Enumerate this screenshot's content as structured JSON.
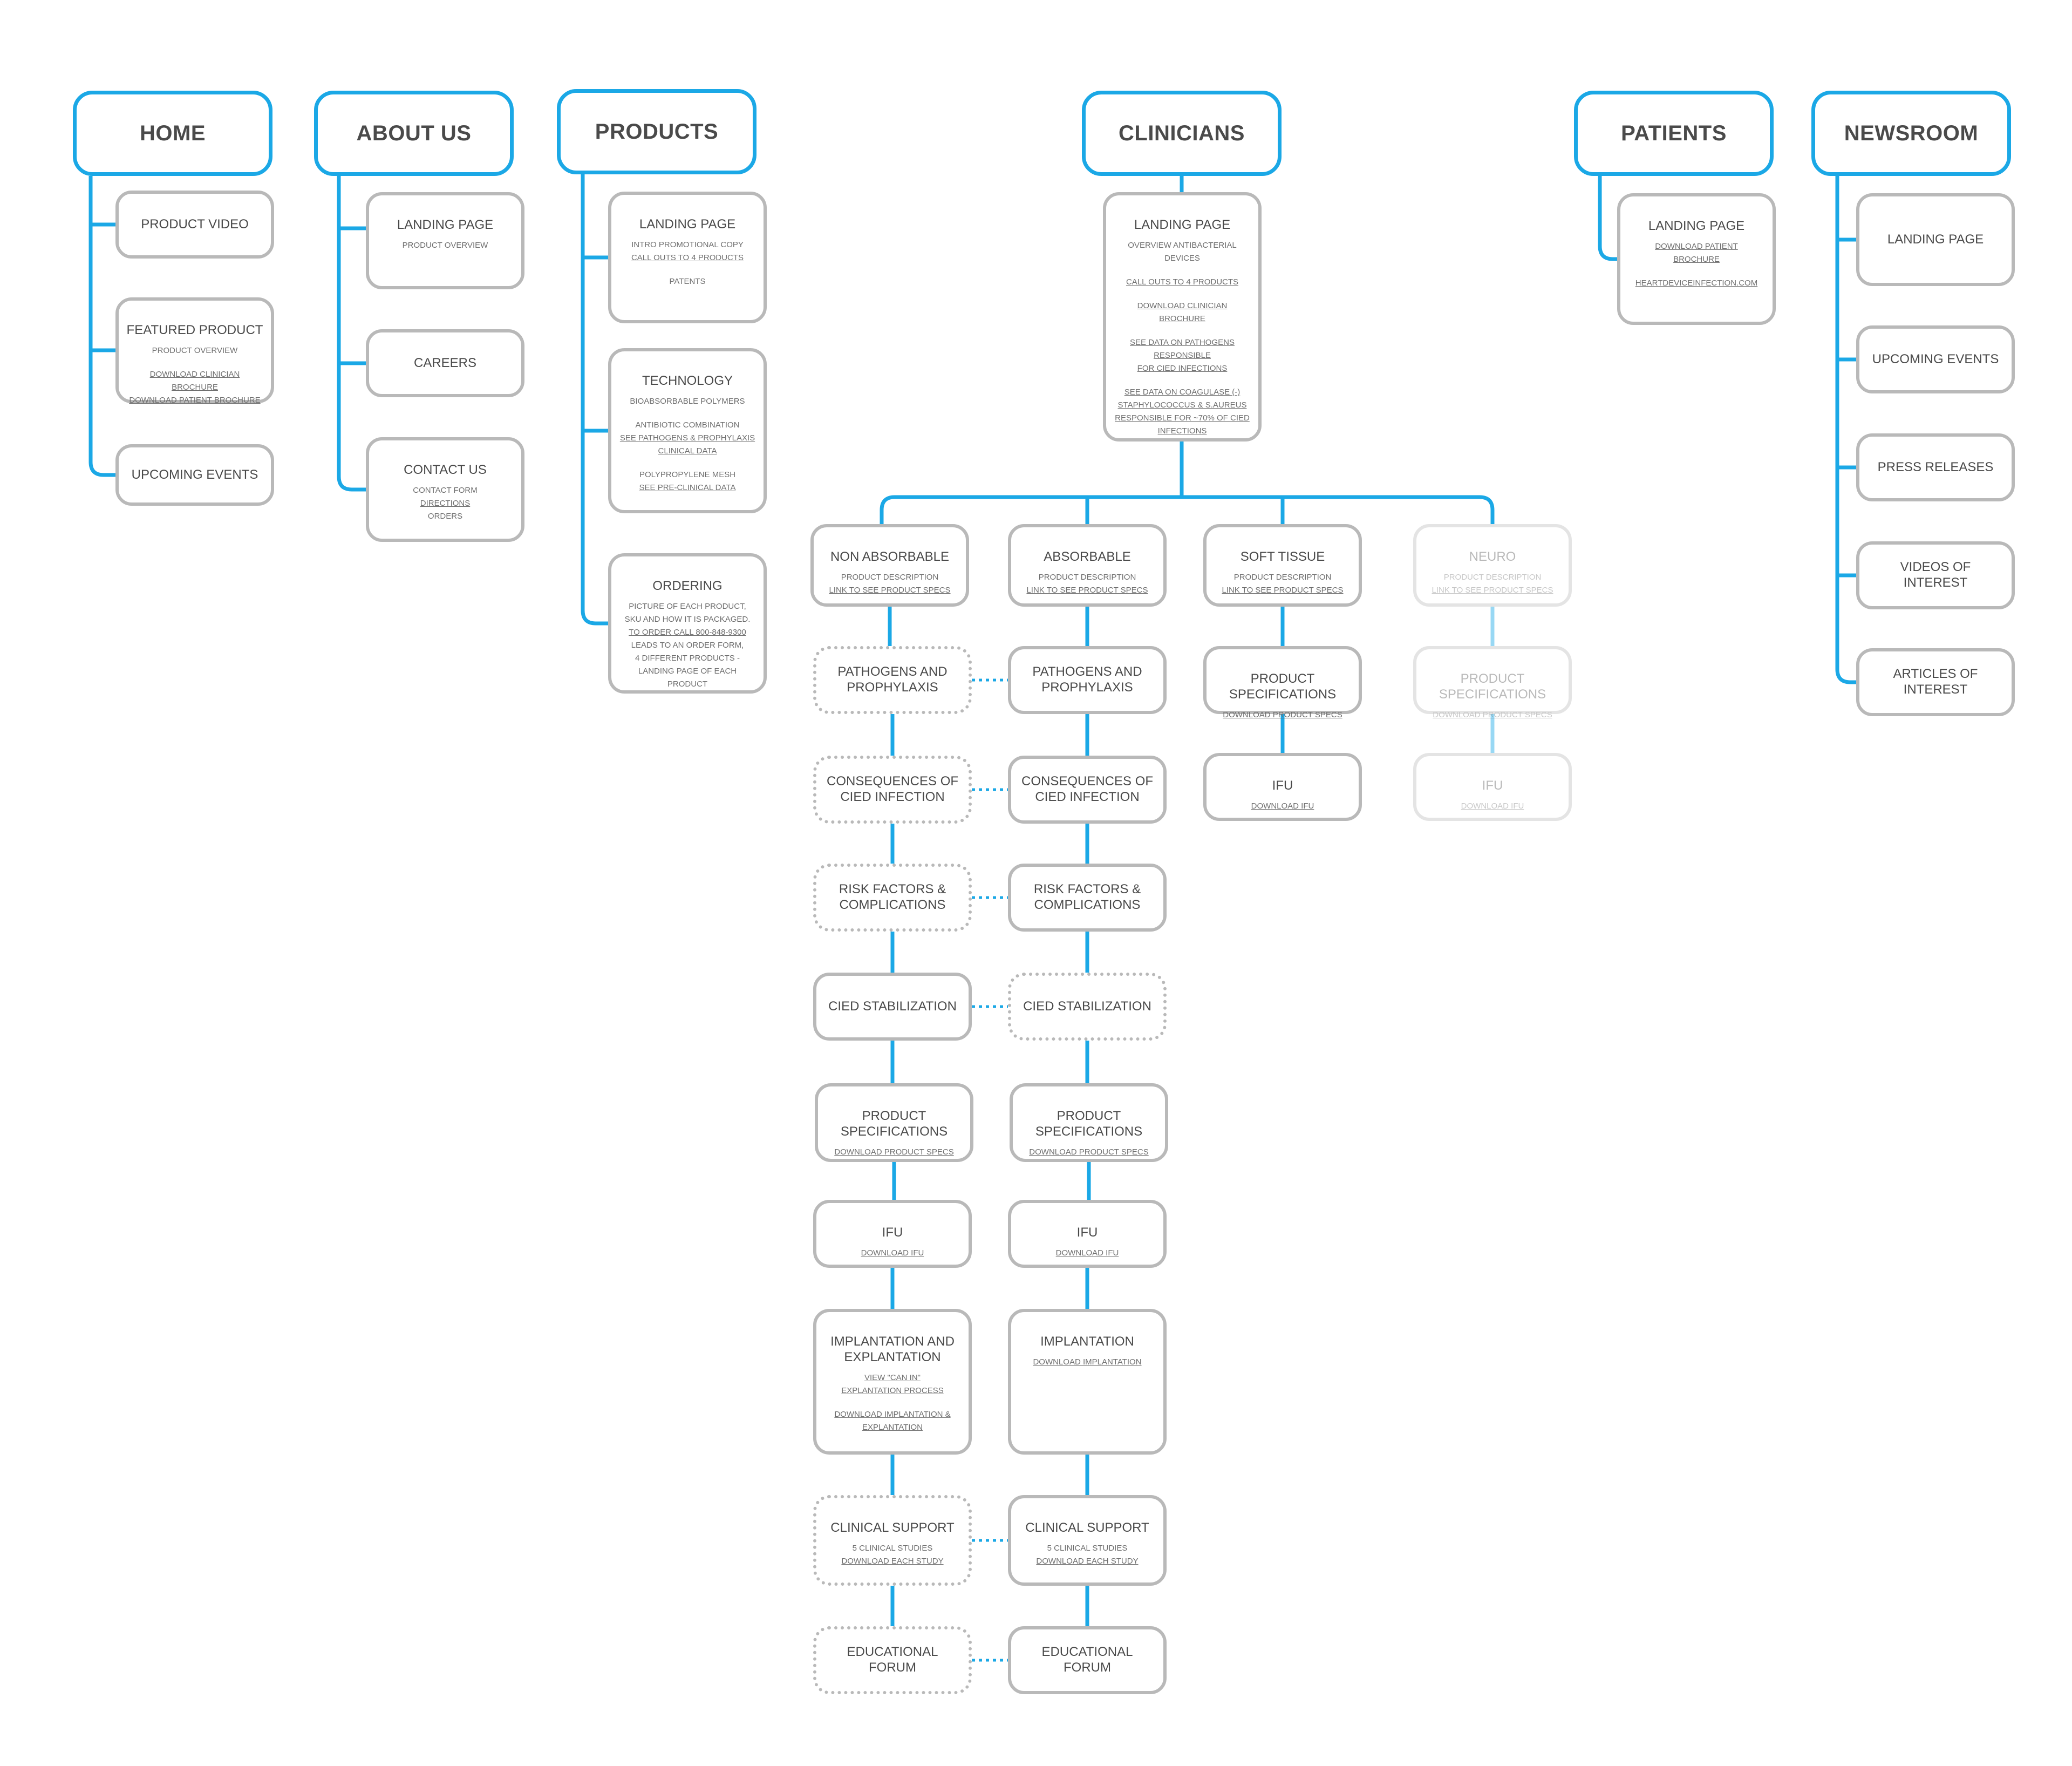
{
  "colors": {
    "connector": "#1ba8e6",
    "box_border": "#b9b9b9",
    "text": "#4a4a4a"
  },
  "nodes": [
    {
      "id": "home",
      "kind": "top",
      "title": "HOME"
    },
    {
      "id": "home-product-video",
      "title": "PRODUCT VIDEO",
      "center": true
    },
    {
      "id": "home-featured-product",
      "title": "FEATURED PRODUCT",
      "lines": [
        {
          "text": "PRODUCT OVERVIEW"
        },
        {
          "text": "DOWNLOAD CLINICIAN BROCHURE\nDOWNLOAD PATIENT BROCHURE",
          "link": true,
          "gap": true
        }
      ]
    },
    {
      "id": "home-upcoming-events",
      "title": "UPCOMING EVENTS",
      "center": true
    },
    {
      "id": "about-us",
      "kind": "top",
      "title": "ABOUT US"
    },
    {
      "id": "about-landing-page",
      "title": "LANDING PAGE",
      "lines": [
        {
          "text": "PRODUCT OVERVIEW"
        }
      ]
    },
    {
      "id": "about-careers",
      "title": "CAREERS",
      "center": true
    },
    {
      "id": "about-contact-us",
      "title": "CONTACT US",
      "lines": [
        {
          "text": "CONTACT FORM"
        },
        {
          "text": "DIRECTIONS",
          "link": true
        },
        {
          "text": "ORDERS"
        }
      ]
    },
    {
      "id": "products",
      "kind": "top",
      "title": "PRODUCTS"
    },
    {
      "id": "products-landing-page",
      "title": "LANDING PAGE",
      "lines": [
        {
          "text": "INTRO PROMOTIONAL COPY"
        },
        {
          "text": "CALL OUTS TO 4 PRODUCTS",
          "link": true
        },
        {
          "text": "PATENTS",
          "gap": true
        }
      ]
    },
    {
      "id": "products-technology",
      "title": "TECHNOLOGY",
      "lines": [
        {
          "text": "BIOABSORBABLE POLYMERS"
        },
        {
          "text": "ANTIBIOTIC COMBINATION",
          "gap": true
        },
        {
          "text": "SEE PATHOGENS & PROPHYLAXIS\nCLINICAL DATA",
          "link": true
        },
        {
          "text": "POLYPROPYLENE MESH",
          "gap": true
        },
        {
          "text": "SEE PRE-CLINICAL DATA",
          "link": true
        }
      ]
    },
    {
      "id": "products-ordering",
      "title": "ORDERING",
      "lines": [
        {
          "text": "PICTURE OF EACH PRODUCT,\nSKU AND HOW IT IS PACKAGED."
        },
        {
          "text": "TO ORDER CALL 800-848-9300",
          "link": true
        },
        {
          "text": "LEADS TO AN ORDER FORM,\n4 DIFFERENT PRODUCTS -\nLANDING PAGE OF EACH PRODUCT"
        }
      ]
    },
    {
      "id": "clinicians",
      "kind": "top",
      "title": "CLINICIANS"
    },
    {
      "id": "clinicians-landing-page",
      "title": "LANDING PAGE",
      "lines": [
        {
          "text": "OVERVIEW ANTIBACTERIAL DEVICES"
        },
        {
          "text": "CALL OUTS TO 4 PRODUCTS",
          "link": true,
          "gap": true
        },
        {
          "text": "DOWNLOAD CLINICIAN BROCHURE",
          "link": true,
          "gap": true
        },
        {
          "text": "SEE DATA ON PATHOGENS RESPONSIBLE\nFOR CIED INFECTIONS",
          "link": true,
          "gap": true
        },
        {
          "text": "SEE DATA ON COAGULASE (-)\nSTAPHYLOCOCCUS & S.AUREUS\nRESPONSIBLE FOR ~70% OF CIED\nINFECTIONS",
          "link": true,
          "gap": true
        }
      ]
    },
    {
      "id": "na-header",
      "title": "NON ABSORBABLE",
      "lines": [
        {
          "text": "PRODUCT DESCRIPTION"
        },
        {
          "text": "LINK TO SEE PRODUCT SPECS",
          "link": true
        }
      ]
    },
    {
      "id": "na-pathogens",
      "title": "PATHOGENS AND\nPROPHYLAXIS",
      "center": true,
      "dotted": true
    },
    {
      "id": "na-consequences",
      "title": "CONSEQUENCES OF\nCIED INFECTION",
      "center": true,
      "dotted": true
    },
    {
      "id": "na-risk",
      "title": "RISK FACTORS &\nCOMPLICATIONS",
      "center": true,
      "dotted": true
    },
    {
      "id": "na-stabilization",
      "title": "CIED STABILIZATION",
      "center": true
    },
    {
      "id": "na-specs",
      "title": "PRODUCT SPECIFICATIONS",
      "lines": [
        {
          "text": "DOWNLOAD PRODUCT SPECS",
          "link": true
        }
      ]
    },
    {
      "id": "na-ifu",
      "title": "IFU",
      "lines": [
        {
          "text": "DOWNLOAD IFU",
          "link": true
        }
      ]
    },
    {
      "id": "na-implantation",
      "title": "IMPLANTATION AND\nEXPLANTATION",
      "lines": [
        {
          "text": "VIEW \"CAN IN\"\nEXPLANTATION PROCESS",
          "link": true
        },
        {
          "text": "DOWNLOAD IMPLANTATION &\nEXPLANTATION",
          "link": true,
          "gap": true
        }
      ]
    },
    {
      "id": "na-clinical-support",
      "title": "CLINICAL SUPPORT",
      "dotted": true,
      "lines": [
        {
          "text": "5 CLINICAL STUDIES"
        },
        {
          "text": "DOWNLOAD EACH STUDY",
          "link": true
        }
      ]
    },
    {
      "id": "na-forum",
      "title": "EDUCATIONAL FORUM",
      "center": true,
      "dotted": true
    },
    {
      "id": "ab-header",
      "title": "ABSORBABLE",
      "lines": [
        {
          "text": "PRODUCT DESCRIPTION"
        },
        {
          "text": "LINK TO SEE PRODUCT SPECS",
          "link": true
        }
      ]
    },
    {
      "id": "ab-pathogens",
      "title": "PATHOGENS AND\nPROPHYLAXIS",
      "center": true
    },
    {
      "id": "ab-consequences",
      "title": "CONSEQUENCES OF\nCIED INFECTION",
      "center": true
    },
    {
      "id": "ab-risk",
      "title": "RISK FACTORS &\nCOMPLICATIONS",
      "center": true
    },
    {
      "id": "ab-stabilization",
      "title": "CIED STABILIZATION",
      "center": true,
      "dotted": true
    },
    {
      "id": "ab-specs",
      "title": "PRODUCT SPECIFICATIONS",
      "lines": [
        {
          "text": "DOWNLOAD PRODUCT SPECS",
          "link": true
        }
      ]
    },
    {
      "id": "ab-ifu",
      "title": "IFU",
      "lines": [
        {
          "text": "DOWNLOAD IFU",
          "link": true
        }
      ]
    },
    {
      "id": "ab-implantation",
      "title": "IMPLANTATION",
      "lines": [
        {
          "text": "DOWNLOAD IMPLANTATION",
          "link": true
        }
      ]
    },
    {
      "id": "ab-clinical-support",
      "title": "CLINICAL SUPPORT",
      "lines": [
        {
          "text": "5 CLINICAL STUDIES"
        },
        {
          "text": "DOWNLOAD EACH STUDY",
          "link": true
        }
      ]
    },
    {
      "id": "ab-forum",
      "title": "EDUCATIONAL FORUM",
      "center": true
    },
    {
      "id": "st-header",
      "title": "SOFT TISSUE",
      "lines": [
        {
          "text": "PRODUCT DESCRIPTION"
        },
        {
          "text": "LINK TO SEE PRODUCT SPECS",
          "link": true
        }
      ]
    },
    {
      "id": "st-specs",
      "title": "PRODUCT SPECIFICATIONS",
      "lines": [
        {
          "text": "DOWNLOAD PRODUCT SPECS",
          "link": true
        }
      ]
    },
    {
      "id": "st-ifu",
      "title": "IFU",
      "lines": [
        {
          "text": "DOWNLOAD IFU",
          "link": true
        }
      ]
    },
    {
      "id": "ne-header",
      "title": "NEURO",
      "faded": true,
      "lines": [
        {
          "text": "PRODUCT DESCRIPTION"
        },
        {
          "text": "LINK TO SEE PRODUCT SPECS",
          "link": true
        }
      ]
    },
    {
      "id": "ne-specs",
      "title": "PRODUCT SPECIFICATIONS",
      "faded": true,
      "lines": [
        {
          "text": "DOWNLOAD PRODUCT SPECS",
          "link": true
        }
      ]
    },
    {
      "id": "ne-ifu",
      "title": "IFU",
      "faded": true,
      "lines": [
        {
          "text": "DOWNLOAD IFU",
          "link": true
        }
      ]
    },
    {
      "id": "patients",
      "kind": "top",
      "title": "PATIENTS"
    },
    {
      "id": "patients-landing-page",
      "title": "LANDING PAGE",
      "lines": [
        {
          "text": "DOWNLOAD PATIENT\nBROCHURE",
          "link": true
        },
        {
          "text": "HEARTDEVICEINFECTION.COM",
          "link": true,
          "gap": true
        }
      ]
    },
    {
      "id": "newsroom",
      "kind": "top",
      "title": "NEWSROOM"
    },
    {
      "id": "news-landing-page",
      "title": "LANDING PAGE",
      "center": true
    },
    {
      "id": "news-upcoming-events",
      "title": "UPCOMING EVENTS",
      "center": true
    },
    {
      "id": "news-press-releases",
      "title": "PRESS RELEASES",
      "center": true
    },
    {
      "id": "news-videos",
      "title": "VIDEOS OF INTEREST",
      "center": true
    },
    {
      "id": "news-articles",
      "title": "ARTICLES OF INTEREST",
      "center": true
    }
  ]
}
